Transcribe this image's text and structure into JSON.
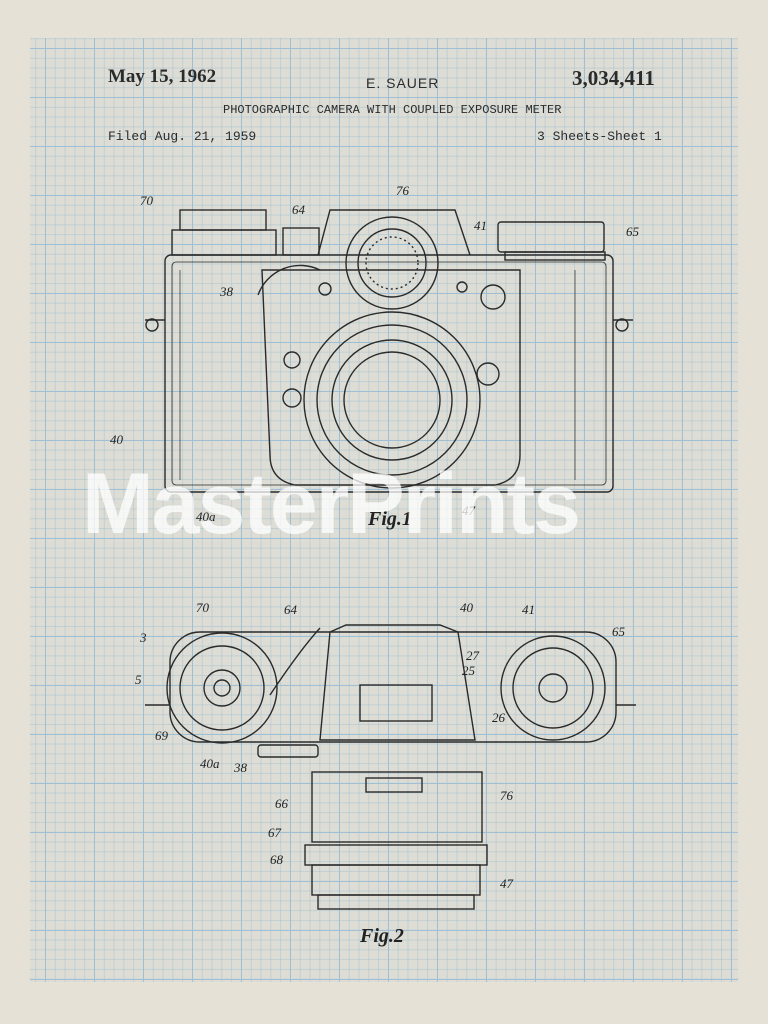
{
  "header": {
    "date": "May 15, 1962",
    "inventor": "E. SAUER",
    "patent_number": "3,034,411",
    "title": "PHOTOGRAPHIC CAMERA WITH COUPLED EXPOSURE METER",
    "filed": "Filed Aug. 21, 1959",
    "sheets": "3 Sheets-Sheet 1"
  },
  "figures": {
    "fig1": "Fig.1",
    "fig2": "Fig.2"
  },
  "fig1_labels": {
    "l70": "70",
    "l64": "64",
    "l76": "76",
    "l41": "41",
    "l65": "65",
    "l38": "38",
    "l40": "40",
    "l40a": "40a",
    "l47": "47"
  },
  "fig2_labels": {
    "l70": "70",
    "l64": "64",
    "l40": "40",
    "l41": "41",
    "l65": "65",
    "l3": "3",
    "l5": "5",
    "l69": "69",
    "l40a": "40a",
    "l38": "38",
    "l27": "27",
    "l25": "25",
    "l26": "26",
    "l66": "66",
    "l76": "76",
    "l67": "67",
    "l68": "68",
    "l47": "47"
  },
  "watermark": "MasterPrints"
}
